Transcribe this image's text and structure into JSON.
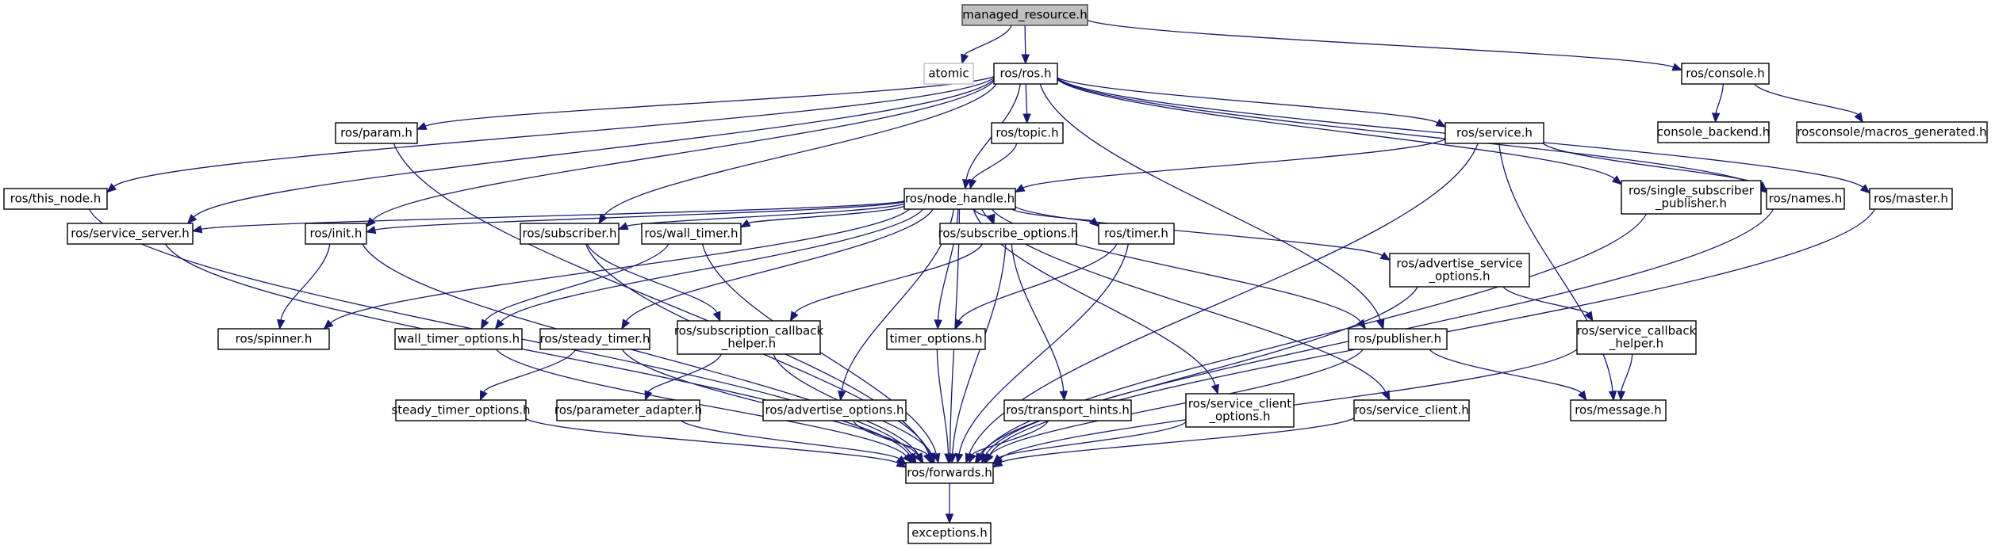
{
  "diagram": {
    "type": "include-dependency-graph",
    "colors": {
      "edge": "#191970",
      "root_fill": "#bfbfbf",
      "node_fill": "#ffffff",
      "node_border": "#000000",
      "external_border": "#bfbfbf"
    },
    "nodes": [
      {
        "id": "managed_resource",
        "lines": [
          "managed_resource.h"
        ],
        "kind": "root"
      },
      {
        "id": "atomic",
        "lines": [
          "atomic"
        ],
        "kind": "external"
      },
      {
        "id": "ros_h",
        "lines": [
          "ros/ros.h"
        ],
        "kind": "file"
      },
      {
        "id": "console",
        "lines": [
          "ros/console.h"
        ],
        "kind": "file"
      },
      {
        "id": "console_backend",
        "lines": [
          "console_backend.h"
        ],
        "kind": "file"
      },
      {
        "id": "macros_generated",
        "lines": [
          "rosconsole/macros_generated.h"
        ],
        "kind": "file"
      },
      {
        "id": "param",
        "lines": [
          "ros/param.h"
        ],
        "kind": "file"
      },
      {
        "id": "topic",
        "lines": [
          "ros/topic.h"
        ],
        "kind": "file"
      },
      {
        "id": "service",
        "lines": [
          "ros/service.h"
        ],
        "kind": "file"
      },
      {
        "id": "this_node",
        "lines": [
          "ros/this_node.h"
        ],
        "kind": "file"
      },
      {
        "id": "node_handle",
        "lines": [
          "ros/node_handle.h"
        ],
        "kind": "file"
      },
      {
        "id": "single_sub_pub",
        "lines": [
          "ros/single_subscriber",
          "_publisher.h"
        ],
        "kind": "file"
      },
      {
        "id": "names",
        "lines": [
          "ros/names.h"
        ],
        "kind": "file"
      },
      {
        "id": "master",
        "lines": [
          "ros/master.h"
        ],
        "kind": "file"
      },
      {
        "id": "service_server",
        "lines": [
          "ros/service_server.h"
        ],
        "kind": "file"
      },
      {
        "id": "init",
        "lines": [
          "ros/init.h"
        ],
        "kind": "file"
      },
      {
        "id": "subscriber",
        "lines": [
          "ros/subscriber.h"
        ],
        "kind": "file"
      },
      {
        "id": "wall_timer",
        "lines": [
          "ros/wall_timer.h"
        ],
        "kind": "file"
      },
      {
        "id": "subscribe_options",
        "lines": [
          "ros/subscribe_options.h"
        ],
        "kind": "file"
      },
      {
        "id": "timer",
        "lines": [
          "ros/timer.h"
        ],
        "kind": "file"
      },
      {
        "id": "advertise_service_options",
        "lines": [
          "ros/advertise_service",
          "_options.h"
        ],
        "kind": "file"
      },
      {
        "id": "spinner",
        "lines": [
          "ros/spinner.h"
        ],
        "kind": "file"
      },
      {
        "id": "wall_timer_options",
        "lines": [
          "wall_timer_options.h"
        ],
        "kind": "file"
      },
      {
        "id": "steady_timer",
        "lines": [
          "ros/steady_timer.h"
        ],
        "kind": "file"
      },
      {
        "id": "subscription_callback_helper",
        "lines": [
          "ros/subscription_callback",
          "_helper.h"
        ],
        "kind": "file"
      },
      {
        "id": "timer_options",
        "lines": [
          "timer_options.h"
        ],
        "kind": "file"
      },
      {
        "id": "publisher",
        "lines": [
          "ros/publisher.h"
        ],
        "kind": "file"
      },
      {
        "id": "service_callback_helper",
        "lines": [
          "ros/service_callback",
          "_helper.h"
        ],
        "kind": "file"
      },
      {
        "id": "steady_timer_options",
        "lines": [
          "steady_timer_options.h"
        ],
        "kind": "file"
      },
      {
        "id": "parameter_adapter",
        "lines": [
          "ros/parameter_adapter.h"
        ],
        "kind": "file"
      },
      {
        "id": "advertise_options",
        "lines": [
          "ros/advertise_options.h"
        ],
        "kind": "file"
      },
      {
        "id": "transport_hints",
        "lines": [
          "ros/transport_hints.h"
        ],
        "kind": "file"
      },
      {
        "id": "service_client_options",
        "lines": [
          "ros/service_client",
          "_options.h"
        ],
        "kind": "file"
      },
      {
        "id": "service_client",
        "lines": [
          "ros/service_client.h"
        ],
        "kind": "file"
      },
      {
        "id": "message",
        "lines": [
          "ros/message.h"
        ],
        "kind": "file"
      },
      {
        "id": "forwards",
        "lines": [
          "ros/forwards.h"
        ],
        "kind": "file"
      },
      {
        "id": "exceptions",
        "lines": [
          "exceptions.h"
        ],
        "kind": "file"
      }
    ],
    "edges": [
      [
        "managed_resource",
        "atomic"
      ],
      [
        "managed_resource",
        "ros_h"
      ],
      [
        "managed_resource",
        "console"
      ],
      [
        "console",
        "console_backend"
      ],
      [
        "console",
        "macros_generated"
      ],
      [
        "ros_h",
        "param"
      ],
      [
        "ros_h",
        "topic"
      ],
      [
        "ros_h",
        "service"
      ],
      [
        "ros_h",
        "this_node"
      ],
      [
        "ros_h",
        "node_handle"
      ],
      [
        "ros_h",
        "single_sub_pub"
      ],
      [
        "ros_h",
        "names"
      ],
      [
        "ros_h",
        "master"
      ],
      [
        "ros_h",
        "service_server"
      ],
      [
        "ros_h",
        "init"
      ],
      [
        "ros_h",
        "subscriber"
      ],
      [
        "ros_h",
        "publisher"
      ],
      [
        "param",
        "forwards"
      ],
      [
        "topic",
        "node_handle"
      ],
      [
        "service",
        "node_handle"
      ],
      [
        "service",
        "names"
      ],
      [
        "service",
        "message"
      ],
      [
        "service",
        "forwards"
      ],
      [
        "this_node",
        "forwards"
      ],
      [
        "single_sub_pub",
        "forwards"
      ],
      [
        "names",
        "forwards"
      ],
      [
        "master",
        "forwards"
      ],
      [
        "node_handle",
        "service_server"
      ],
      [
        "node_handle",
        "init"
      ],
      [
        "node_handle",
        "subscriber"
      ],
      [
        "node_handle",
        "wall_timer"
      ],
      [
        "node_handle",
        "subscribe_options"
      ],
      [
        "node_handle",
        "timer"
      ],
      [
        "node_handle",
        "advertise_service_options"
      ],
      [
        "node_handle",
        "spinner"
      ],
      [
        "node_handle",
        "wall_timer_options"
      ],
      [
        "node_handle",
        "steady_timer"
      ],
      [
        "node_handle",
        "timer_options"
      ],
      [
        "node_handle",
        "publisher"
      ],
      [
        "node_handle",
        "advertise_options"
      ],
      [
        "node_handle",
        "service_client_options"
      ],
      [
        "node_handle",
        "service_client"
      ],
      [
        "node_handle",
        "forwards"
      ],
      [
        "service_server",
        "forwards"
      ],
      [
        "init",
        "spinner"
      ],
      [
        "init",
        "forwards"
      ],
      [
        "subscriber",
        "subscription_callback_helper"
      ],
      [
        "subscriber",
        "forwards"
      ],
      [
        "wall_timer",
        "wall_timer_options"
      ],
      [
        "wall_timer",
        "forwards"
      ],
      [
        "subscribe_options",
        "subscription_callback_helper"
      ],
      [
        "subscribe_options",
        "transport_hints"
      ],
      [
        "subscribe_options",
        "forwards"
      ],
      [
        "timer",
        "timer_options"
      ],
      [
        "timer",
        "forwards"
      ],
      [
        "advertise_service_options",
        "service_callback_helper"
      ],
      [
        "advertise_service_options",
        "forwards"
      ],
      [
        "wall_timer_options",
        "forwards"
      ],
      [
        "steady_timer",
        "steady_timer_options"
      ],
      [
        "steady_timer",
        "forwards"
      ],
      [
        "subscription_callback_helper",
        "parameter_adapter"
      ],
      [
        "subscription_callback_helper",
        "forwards"
      ],
      [
        "timer_options",
        "forwards"
      ],
      [
        "publisher",
        "message"
      ],
      [
        "publisher",
        "forwards"
      ],
      [
        "service_callback_helper",
        "message"
      ],
      [
        "service_callback_helper",
        "forwards"
      ],
      [
        "steady_timer_options",
        "forwards"
      ],
      [
        "parameter_adapter",
        "forwards"
      ],
      [
        "advertise_options",
        "forwards"
      ],
      [
        "transport_hints",
        "forwards"
      ],
      [
        "service_client_options",
        "forwards"
      ],
      [
        "service_client",
        "forwards"
      ],
      [
        "forwards",
        "exceptions"
      ]
    ]
  }
}
